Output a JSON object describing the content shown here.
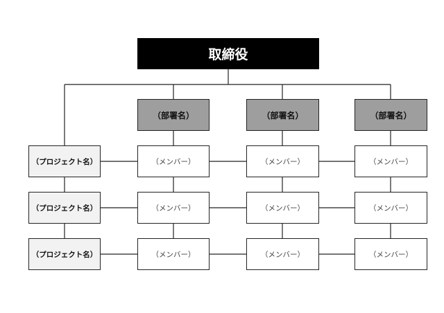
{
  "executive": {
    "label": "取締役"
  },
  "departments": [
    {
      "label": "（部署名）"
    },
    {
      "label": "（部署名）"
    },
    {
      "label": "（部署名）"
    }
  ],
  "projects": [
    {
      "label": "（プロジェクト名）"
    },
    {
      "label": "（プロジェクト名）"
    },
    {
      "label": "（プロジェクト名）"
    }
  ],
  "members": [
    [
      "（メンバー）",
      "（メンバー）",
      "（メンバー）"
    ],
    [
      "（メンバー）",
      "（メンバー）",
      "（メンバー）"
    ],
    [
      "（メンバー）",
      "（メンバー）",
      "（メンバー）"
    ]
  ],
  "colors": {
    "executive_fill": "#000000",
    "department_fill": "#9e9e9e",
    "project_fill": "#f2f2f2",
    "member_fill": "#ffffff",
    "line": "#222222"
  }
}
